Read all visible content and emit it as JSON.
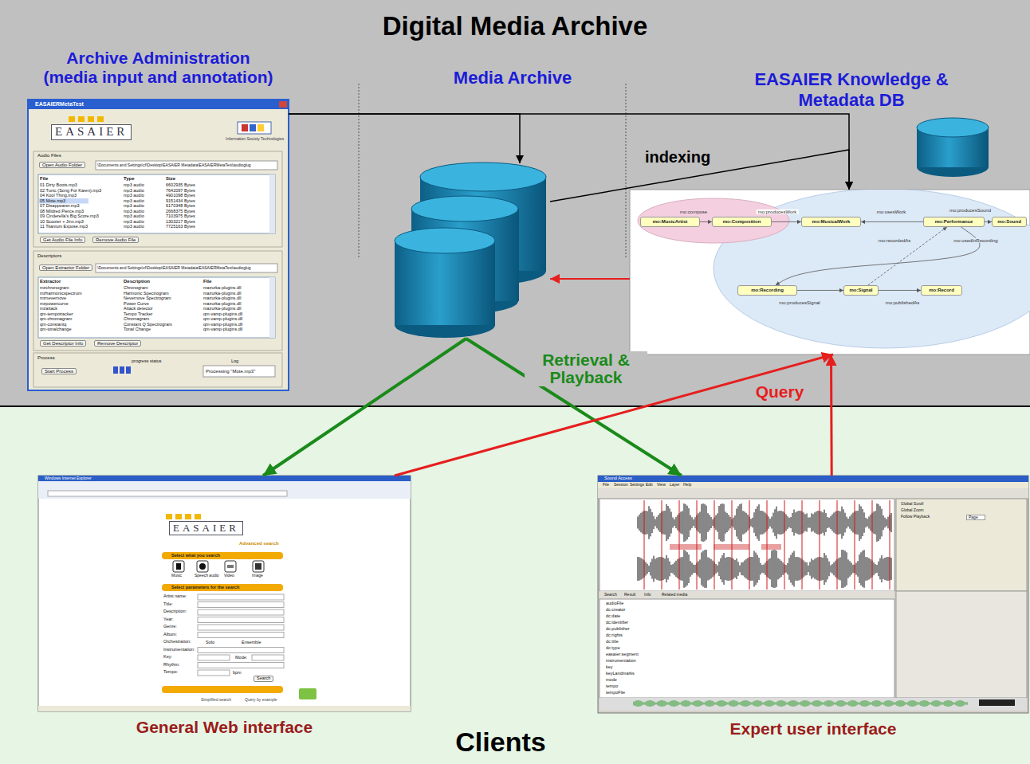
{
  "diagram": {
    "nodes": [
      {
        "text": [
          "Digital Media Archive"
        ]
      },
      {
        "text": [
          "Archive Administration (media input and annotation)"
        ],
        "in": 0
      },
      {
        "text": [
          "Media Archive"
        ],
        "in": 0
      },
      {
        "text": [
          "EASAIER Knowledge & Metadata DB"
        ],
        "in": 0
      },
      {
        "text": [
          "mo:MusicArtist"
        ],
        "in": 3
      },
      {
        "text": [
          "mo:Composition"
        ],
        "in": 3
      },
      {
        "text": [
          "mo:MusicalWork"
        ],
        "in": 3
      },
      {
        "text": [
          "mo:Performance"
        ],
        "in": 3
      },
      {
        "text": [
          "mo:Sound"
        ],
        "in": 3
      },
      {
        "text": [
          "mo:Recording"
        ],
        "in": 3
      },
      {
        "text": [
          "mo:Signal"
        ],
        "in": 3
      },
      {
        "text": [
          "mo:Record"
        ],
        "in": 3
      },
      {
        "text": [
          "Clients"
        ]
      },
      {
        "text": [
          "General Web interface"
        ],
        "in": 12
      },
      {
        "text": [
          "Expert user interface"
        ],
        "in": 12
      }
    ],
    "edges": [
      {
        "from": 1,
        "to": 2,
        "arrow": "to"
      },
      {
        "from": 1,
        "to": 3,
        "arrow": "to"
      },
      {
        "from": 2,
        "to": 3,
        "label": "indexing",
        "arrow": "to"
      },
      {
        "from": 3,
        "to": 2,
        "arrow": "to"
      },
      {
        "from": 2,
        "to": 13,
        "arrow": "to"
      },
      {
        "from": 2,
        "to": 14,
        "label": "Retrieval & Playback",
        "arrow": "to"
      },
      {
        "from": 13,
        "to": 3,
        "label": "Query",
        "arrow": "to"
      },
      {
        "from": 14,
        "to": 3,
        "arrow": "to"
      },
      {
        "from": 4,
        "to": 5,
        "label": "mo:compose",
        "arrow": "to"
      },
      {
        "from": 5,
        "to": 6,
        "label": "mo:producesWork",
        "arrow": "to"
      },
      {
        "from": 7,
        "to": 6,
        "label": "mo:usesWork",
        "arrow": "to"
      },
      {
        "from": 7,
        "to": 8,
        "label": "mo:producesSound",
        "arrow": "to"
      },
      {
        "from": 7,
        "to": 9,
        "label": "mo:recordedAs",
        "arrow": "to"
      },
      {
        "from": 10,
        "to": 7,
        "label": "mo:usedInRecording",
        "arrow": "to"
      },
      {
        "from": 9,
        "to": 10,
        "label": "mo:producesSignal",
        "arrow": "to"
      },
      {
        "from": 10,
        "to": 11,
        "label": "mo:publishedAs",
        "arrow": "to"
      }
    ],
    "labels": [
      "EASAIERMetaTest",
      "EASAIER",
      "Information Society Technologies",
      "Audio Files",
      "Open Audio Folder",
      "\\Documents and Settings\\cf\\Desktop\\EASAIER Metadata\\EASAIERMetaTest\\audioglug",
      "File",
      "Type",
      "Size",
      "01 Dirty Boots.mp3",
      "mp3 audio",
      "6602935 Bytes",
      "02 Tunic (Song For Karen).mp3",
      "mp3 audio",
      "7642097 Bytes",
      "04 Kool Thing.mp3",
      "mp3 audio",
      "4901098 Bytes",
      "05 Mote.mp3",
      "mp3 audio",
      "9151434 Bytes",
      "07 Disappearer.mp3",
      "mp3 audio",
      "6170348 Bytes",
      "08 Mildred Pierce.mp3",
      "mp3 audio",
      "2668375 Bytes",
      "09 Cinderella's Big Score.mp3",
      "mp3 audio",
      "7103975 Bytes",
      "10 Scooter + Jinx.mp3",
      "mp3 audio",
      "1303217 Bytes",
      "11 Titanium Exposé.mp3",
      "mp3 audio",
      "7725163 Bytes",
      "Get Audio File Info",
      "Remove Audio File",
      "Descriptors",
      "Open Extractor Folder",
      "\\Documents and Settings\\cf\\Desktop\\EASAIER Metadata\\EASAIERMetaTest\\audioglug",
      "Extractor",
      "Description",
      "File",
      "mzchronogram",
      "Chronogram",
      "mazurka-plugins.dll",
      "mzharmonicspectrum",
      "Harmonic Spectrogram",
      "mazurka-plugins.dll",
      "mznevernove",
      "Nevernove Spectrogram",
      "mazurka-plugins.dll",
      "mzpowercurve",
      "Power Curve",
      "mazurka-plugins.dll",
      "mzattack",
      "Attack detector",
      "mazurka-plugins.dll",
      "qm-tempotracker",
      "Tempo Tracker",
      "qm-vamp-plugins.dll",
      "qm-chromagram",
      "Chromagram",
      "qm-vamp-plugins.dll",
      "qm-constantq",
      "Constant Q Spectrogram",
      "qm-vamp-plugins.dll",
      "qm-tonalchange",
      "Tonal Change",
      "qm-vamp-plugins.dll",
      "Get Descriptor Info",
      "Remove Descriptor",
      "Process",
      "progress status",
      "Log",
      "Start Process",
      "Processing \"Mote.mp3\"",
      "Windows Internet Explorer",
      "EASAIER",
      "Advanced search",
      "Select what you search",
      "Music",
      "Speech audio",
      "Video",
      "Image",
      "Select parameters for the search",
      "Artist name:",
      "Title:",
      "Description:",
      "Year:",
      "Genre:",
      "Album:",
      "Orchestration:",
      "Instrumentation:",
      "Key:",
      "Rhythm:",
      "Tempo:",
      "Solo",
      "Ensemble",
      "Mode:",
      "bpm",
      "Search",
      "Simplified search",
      "Query by example",
      "Sound Access",
      "File",
      "Session",
      "Settings",
      "Edit",
      "View",
      "Layer",
      "Help",
      "Search",
      "Result",
      "Info",
      "Related media",
      "audioFile",
      "dc:creator",
      "dc:date",
      "dc:identifier",
      "dc:publisher",
      "dc:rights",
      "dc:title",
      "dc:type",
      "easaier:segment",
      "instrumentation",
      "key",
      "keyLandmarks",
      "mode",
      "tempo",
      "tempoFile",
      "Global Scroll",
      "Global Zoom",
      "Follow Playback",
      "Page"
    ]
  }
}
